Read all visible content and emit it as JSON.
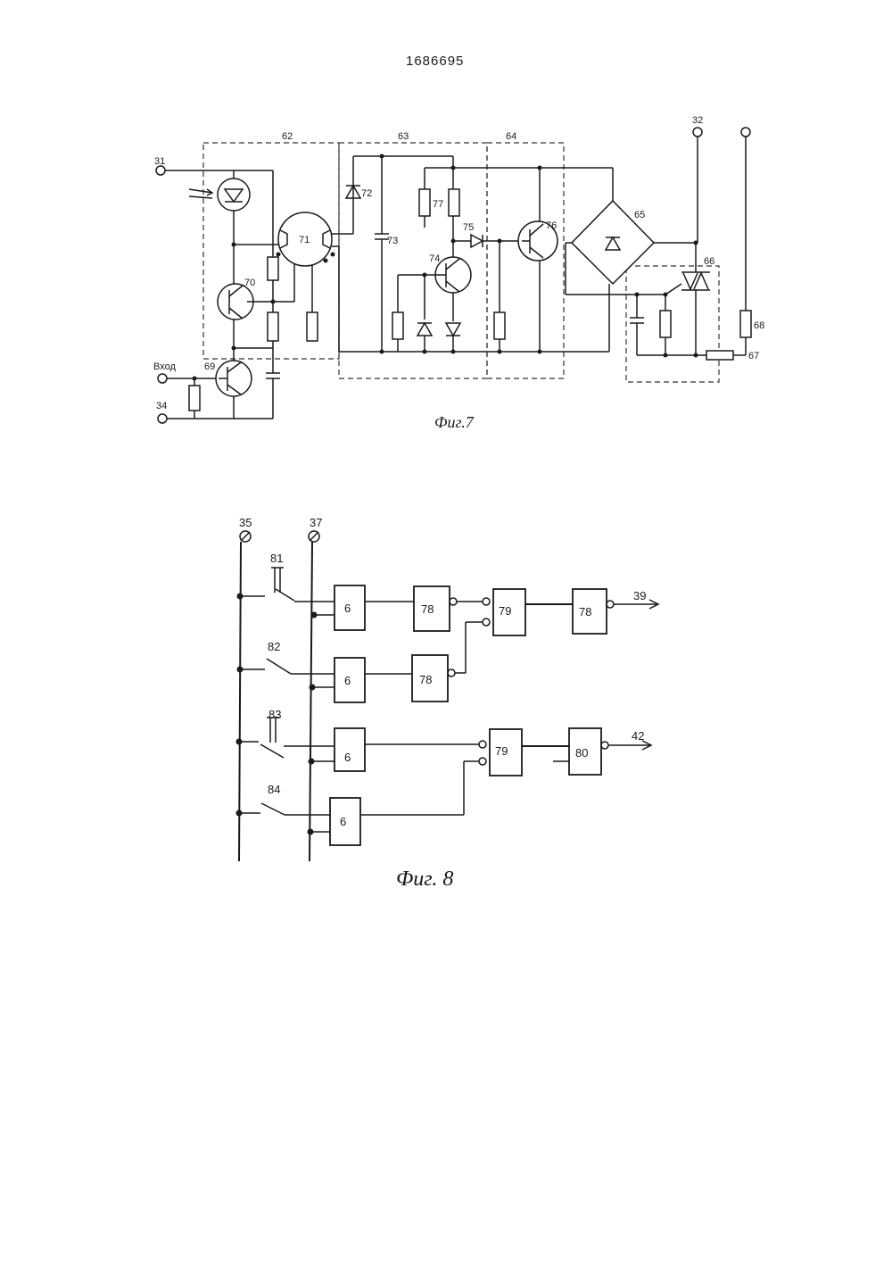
{
  "header": {
    "patent_number": "1686695"
  },
  "fig7": {
    "caption": "Фиг.7",
    "terminals": {
      "t31": "31",
      "vhod": "Вход",
      "t34": "34",
      "t32": "32"
    },
    "blocks": {
      "b62": "62",
      "b63": "63",
      "b64": "64",
      "b65": "65",
      "b66": "66",
      "b67": "67",
      "b68": "68"
    },
    "components": {
      "c69": "69",
      "c70": "70",
      "c71": "71",
      "c72": "72",
      "c73": "73",
      "c74": "74",
      "c75": "75",
      "c76": "76",
      "c77": "77"
    }
  },
  "fig8": {
    "caption": "Фиг. 8",
    "terminals": {
      "t35": "35",
      "t37": "37"
    },
    "switches": {
      "s81": "81",
      "s82": "82",
      "s83": "83",
      "s84": "84"
    },
    "blocks": {
      "b6": "6",
      "b78": "78",
      "b79": "79",
      "b80": "80"
    },
    "outputs": {
      "o39": "39",
      "o42": "42"
    }
  }
}
